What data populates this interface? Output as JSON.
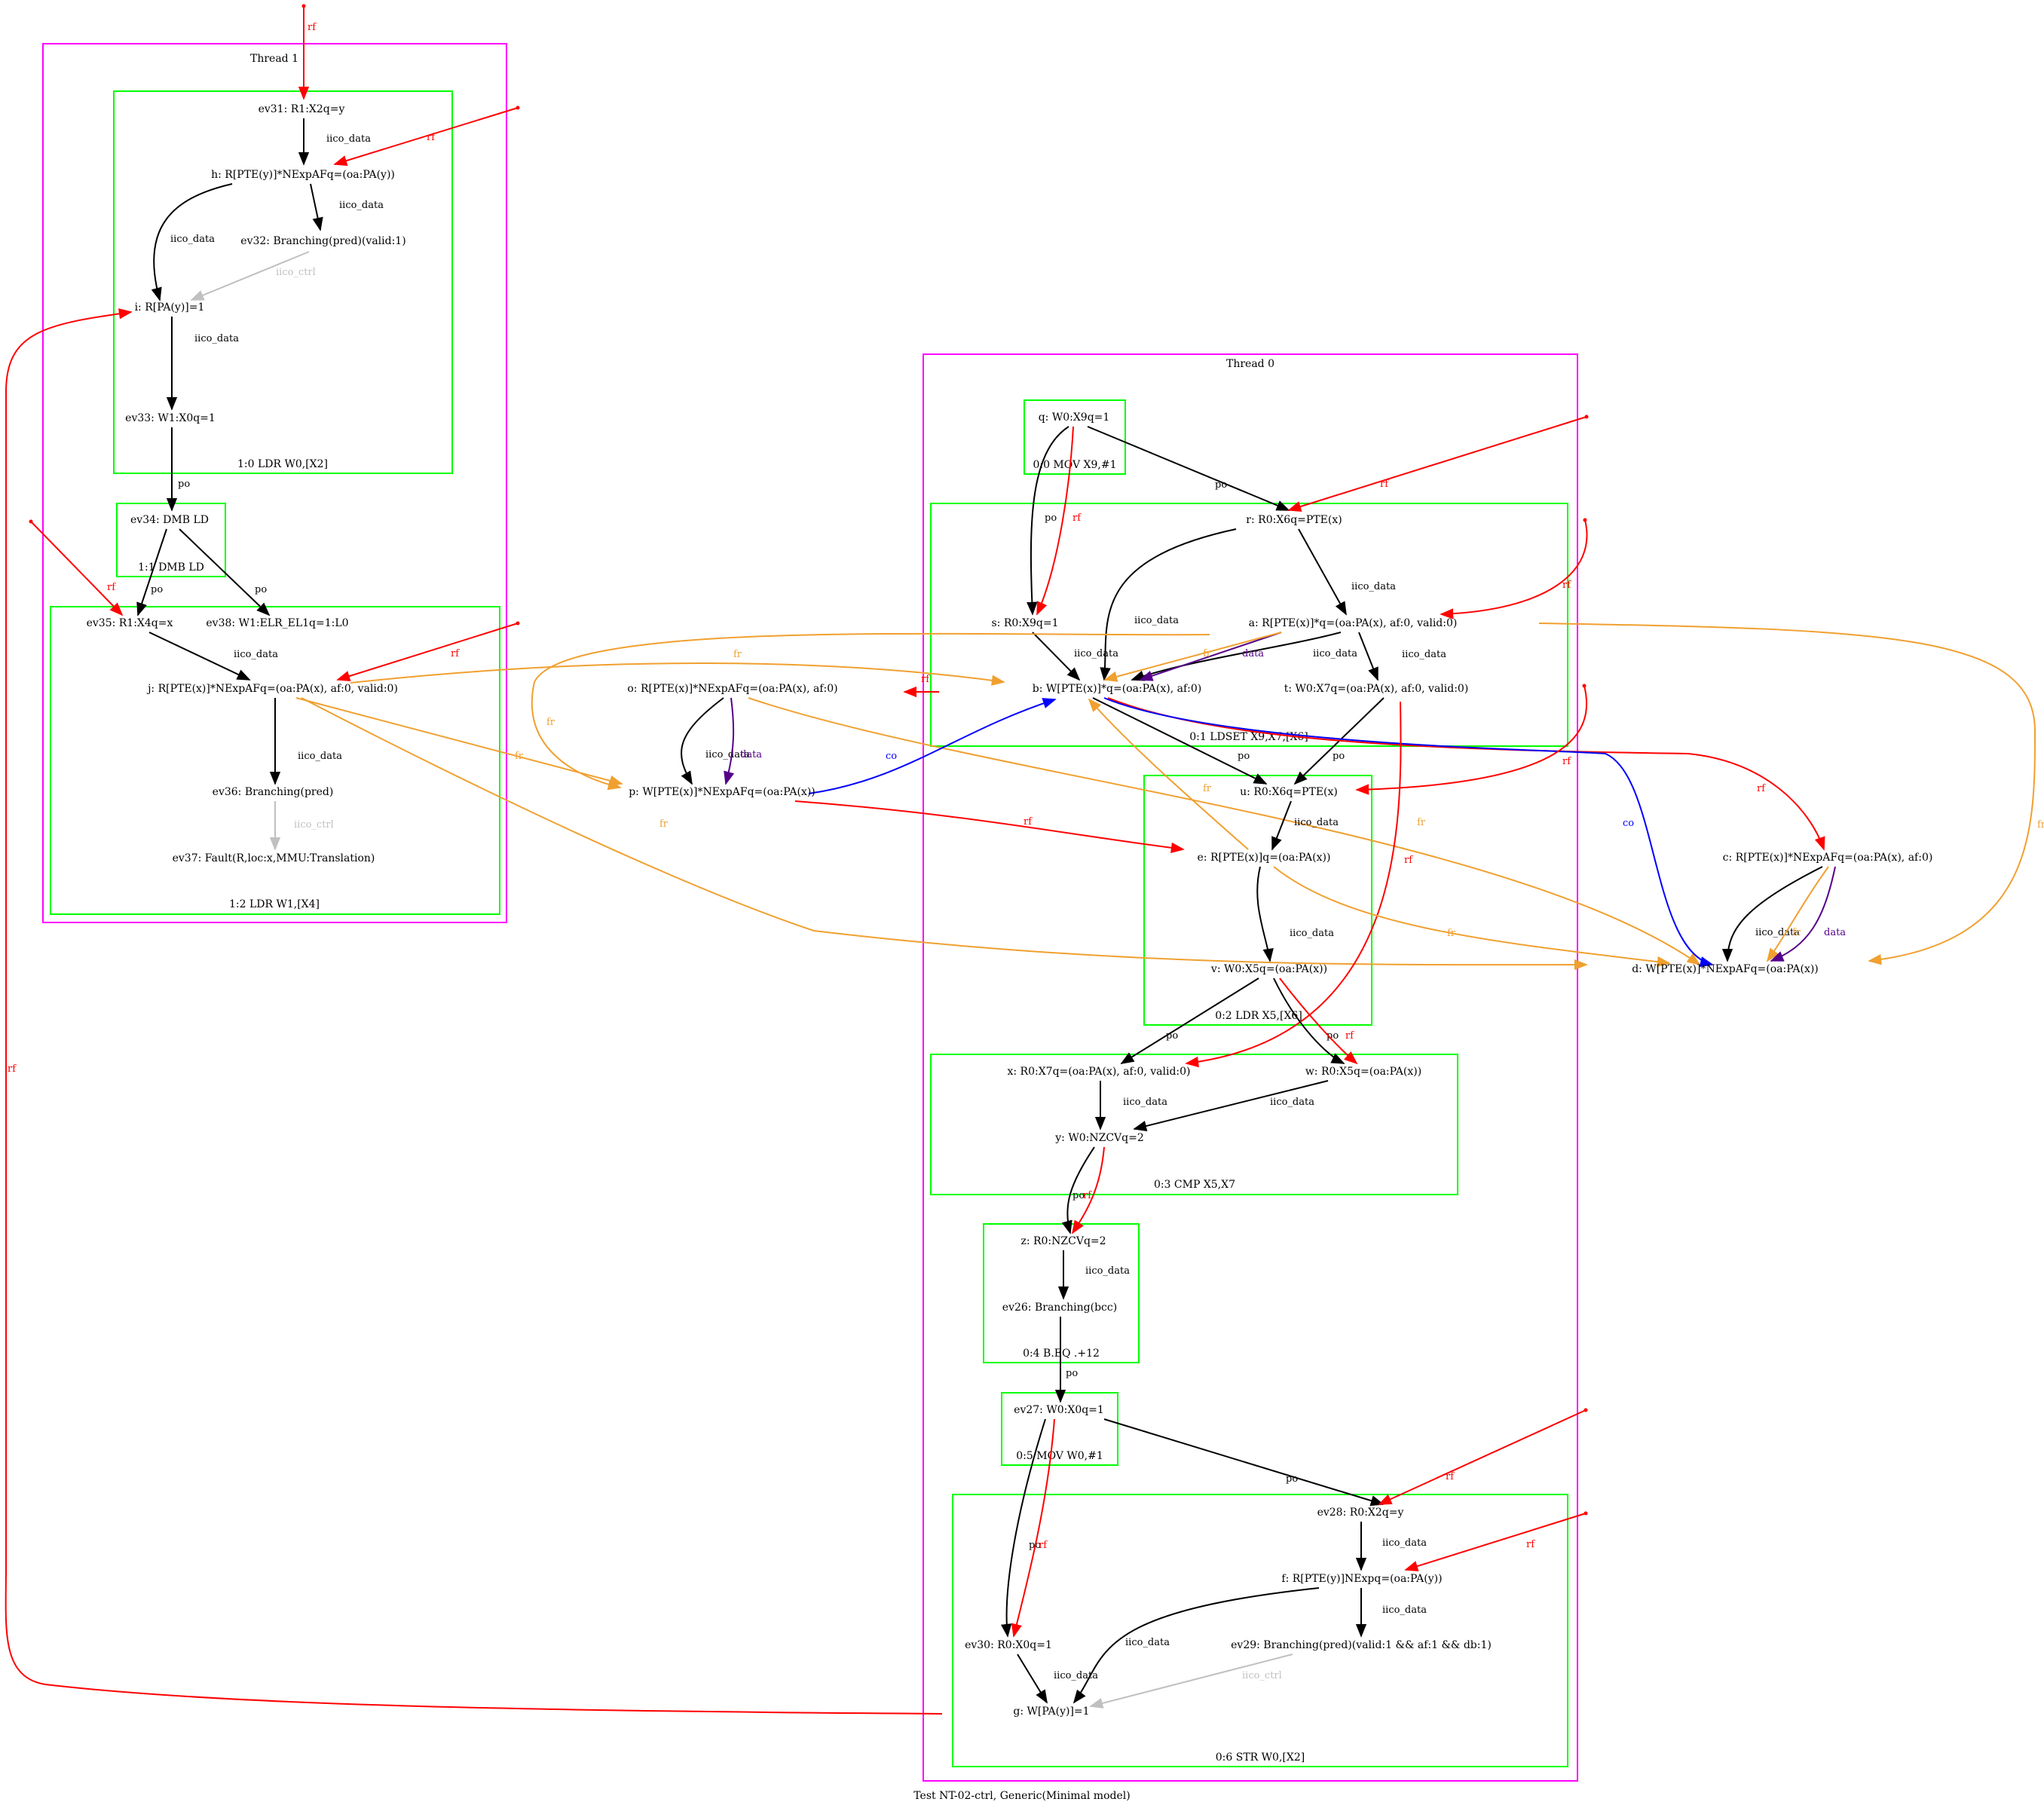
{
  "caption": "Test NT-02-ctrl, Generic(Minimal model)",
  "colors": {
    "thread_cluster": "#ff00ff",
    "instruction_cluster": "#00ff00",
    "po": "#000000",
    "iico_data": "#000000",
    "iico_ctrl": "#c0c0c0",
    "rf": "#ff0000",
    "fr": "#f0a030",
    "co": "#0000ff",
    "data": "#550088"
  },
  "threads": [
    {
      "id": "T1",
      "label": "Thread 1"
    },
    {
      "id": "T0",
      "label": "Thread 0"
    }
  ],
  "instructions": [
    {
      "id": "I1_0",
      "label": "1:0 LDR W0,[X2]"
    },
    {
      "id": "I1_1",
      "label": "1:1 DMB LD"
    },
    {
      "id": "I1_2",
      "label": "1:2 LDR W1,[X4]"
    },
    {
      "id": "I0_0",
      "label": "0:0 MOV X9,#1"
    },
    {
      "id": "I0_1",
      "label": "0:1 LDSET X9,X7,[X6]"
    },
    {
      "id": "I0_2",
      "label": "0:2 LDR X5,[X6]"
    },
    {
      "id": "I0_3",
      "label": "0:3 CMP X5,X7"
    },
    {
      "id": "I0_4",
      "label": "0:4 B.EQ .+12"
    },
    {
      "id": "I0_5",
      "label": "0:5 MOV W0,#1"
    },
    {
      "id": "I0_6",
      "label": "0:6 STR W0,[X2]"
    }
  ],
  "nodes": [
    {
      "id": "ev31",
      "label": "ev31: R1:X2q=y"
    },
    {
      "id": "h",
      "label": "h: R[PTE(y)]*NExpAFq=(oa:PA(y))"
    },
    {
      "id": "ev32",
      "label": "ev32: Branching(pred)(valid:1)"
    },
    {
      "id": "i",
      "label": "i: R[PA(y)]=1"
    },
    {
      "id": "ev33",
      "label": "ev33: W1:X0q=1"
    },
    {
      "id": "ev34",
      "label": "ev34: DMB LD"
    },
    {
      "id": "ev35",
      "label": "ev35: R1:X4q=x"
    },
    {
      "id": "ev38",
      "label": "ev38: W1:ELR_EL1q=1:L0"
    },
    {
      "id": "j",
      "label": "j: R[PTE(x)]*NExpAFq=(oa:PA(x), af:0, valid:0)"
    },
    {
      "id": "ev36",
      "label": "ev36: Branching(pred)"
    },
    {
      "id": "ev37",
      "label": "ev37: Fault(R,loc:x,MMU:Translation)"
    },
    {
      "id": "o",
      "label": "o: R[PTE(x)]*NExpAFq=(oa:PA(x), af:0)"
    },
    {
      "id": "p",
      "label": "p: W[PTE(x)]*NExpAFq=(oa:PA(x))"
    },
    {
      "id": "q",
      "label": "q: W0:X9q=1"
    },
    {
      "id": "r",
      "label": "r: R0:X6q=PTE(x)"
    },
    {
      "id": "s",
      "label": "s: R0:X9q=1"
    },
    {
      "id": "a",
      "label": "a: R[PTE(x)]*q=(oa:PA(x), af:0, valid:0)"
    },
    {
      "id": "b",
      "label": "b: W[PTE(x)]*q=(oa:PA(x), af:0)"
    },
    {
      "id": "t",
      "label": "t: W0:X7q=(oa:PA(x), af:0, valid:0)"
    },
    {
      "id": "u",
      "label": "u: R0:X6q=PTE(x)"
    },
    {
      "id": "e",
      "label": "e: R[PTE(x)]q=(oa:PA(x))"
    },
    {
      "id": "v",
      "label": "v: W0:X5q=(oa:PA(x))"
    },
    {
      "id": "c",
      "label": "c: R[PTE(x)]*NExpAFq=(oa:PA(x), af:0)"
    },
    {
      "id": "d",
      "label": "d: W[PTE(x)]*NExpAFq=(oa:PA(x))"
    },
    {
      "id": "x",
      "label": "x: R0:X7q=(oa:PA(x), af:0, valid:0)"
    },
    {
      "id": "w",
      "label": "w: R0:X5q=(oa:PA(x))"
    },
    {
      "id": "y",
      "label": "y: W0:NZCVq=2"
    },
    {
      "id": "z",
      "label": "z: R0:NZCVq=2"
    },
    {
      "id": "ev26",
      "label": "ev26: Branching(bcc)"
    },
    {
      "id": "ev27",
      "label": "ev27: W0:X0q=1"
    },
    {
      "id": "ev28",
      "label": "ev28: R0:X2q=y"
    },
    {
      "id": "f",
      "label": "f: R[PTE(y)]NExpq=(oa:PA(y))"
    },
    {
      "id": "ev30",
      "label": "ev30: R0:X0q=1"
    },
    {
      "id": "ev29",
      "label": "ev29: Branching(pred)(valid:1 && af:1 && db:1)"
    },
    {
      "id": "g",
      "label": "g: W[PA(y)]=1"
    }
  ],
  "edges": [
    {
      "id": "e01",
      "from": "init",
      "to": "ev31",
      "kind": "rf",
      "label": "rf"
    },
    {
      "id": "e02",
      "from": "ev31",
      "to": "h",
      "kind": "iico_data",
      "label": "iico_data"
    },
    {
      "id": "e03",
      "from": "init",
      "to": "h",
      "kind": "rf",
      "label": "rf"
    },
    {
      "id": "e04",
      "from": "h",
      "to": "ev32",
      "kind": "iico_data",
      "label": "iico_data"
    },
    {
      "id": "e05",
      "from": "h",
      "to": "i",
      "kind": "iico_data",
      "label": "iico_data"
    },
    {
      "id": "e06",
      "from": "ev32",
      "to": "i",
      "kind": "iico_ctrl",
      "label": "iico_ctrl"
    },
    {
      "id": "e07",
      "from": "i",
      "to": "ev33",
      "kind": "iico_data",
      "label": "iico_data"
    },
    {
      "id": "e08",
      "from": "ev33",
      "to": "ev34",
      "kind": "po",
      "label": "po"
    },
    {
      "id": "e09",
      "from": "ev34",
      "to": "ev35",
      "kind": "po",
      "label": "po"
    },
    {
      "id": "e10",
      "from": "ev34",
      "to": "ev38",
      "kind": "po",
      "label": "po"
    },
    {
      "id": "e11",
      "from": "init",
      "to": "ev35",
      "kind": "rf",
      "label": "rf"
    },
    {
      "id": "e12",
      "from": "ev35",
      "to": "j",
      "kind": "iico_data",
      "label": "iico_data"
    },
    {
      "id": "e13",
      "from": "init",
      "to": "j",
      "kind": "rf",
      "label": "rf"
    },
    {
      "id": "e14",
      "from": "j",
      "to": "ev36",
      "kind": "iico_data",
      "label": "iico_data"
    },
    {
      "id": "e15",
      "from": "ev36",
      "to": "ev37",
      "kind": "iico_ctrl",
      "label": "iico_ctrl"
    },
    {
      "id": "e16",
      "from": "j",
      "to": "p",
      "kind": "fr",
      "label": "fr"
    },
    {
      "id": "e17",
      "from": "j",
      "to": "d",
      "kind": "fr",
      "label": "fr"
    },
    {
      "id": "e18",
      "from": "j",
      "to": "b",
      "kind": "fr",
      "label": "fr"
    },
    {
      "id": "e19",
      "from": "o",
      "to": "p",
      "kind": "iico_data",
      "label": "iico_data"
    },
    {
      "id": "e20",
      "from": "o",
      "to": "p",
      "kind": "data",
      "label": "data"
    },
    {
      "id": "e21",
      "from": "o",
      "to": "d",
      "kind": "fr",
      "label": "fr"
    },
    {
      "id": "e22",
      "from": "p",
      "to": "b",
      "kind": "co",
      "label": "co"
    },
    {
      "id": "e23",
      "from": "p",
      "to": "e",
      "kind": "rf",
      "label": "rf"
    },
    {
      "id": "e24",
      "from": "q",
      "to": "r",
      "kind": "po",
      "label": "po"
    },
    {
      "id": "e25",
      "from": "q",
      "to": "s",
      "kind": "po",
      "label": "po"
    },
    {
      "id": "e26",
      "from": "q",
      "to": "s",
      "kind": "rf",
      "label": "rf"
    },
    {
      "id": "e27",
      "from": "init",
      "to": "r",
      "kind": "rf",
      "label": "rf"
    },
    {
      "id": "e28",
      "from": "r",
      "to": "a",
      "kind": "iico_data",
      "label": "iico_data"
    },
    {
      "id": "e29",
      "from": "r",
      "to": "b",
      "kind": "iico_data",
      "label": "iico_data"
    },
    {
      "id": "e30",
      "from": "s",
      "to": "b",
      "kind": "iico_data",
      "label": "iico_data"
    },
    {
      "id": "e31",
      "from": "init",
      "to": "a",
      "kind": "rf",
      "label": "rf"
    },
    {
      "id": "e32",
      "from": "a",
      "to": "b",
      "kind": "iico_data",
      "label": "iico_data"
    },
    {
      "id": "e33",
      "from": "a",
      "to": "b",
      "kind": "data",
      "label": "data"
    },
    {
      "id": "e34",
      "from": "a",
      "to": "b",
      "kind": "fr",
      "label": "fr"
    },
    {
      "id": "e35",
      "from": "a",
      "to": "t",
      "kind": "iico_data",
      "label": "iico_data"
    },
    {
      "id": "e36",
      "from": "a",
      "to": "p",
      "kind": "fr",
      "label": "fr"
    },
    {
      "id": "e37",
      "from": "a",
      "to": "d",
      "kind": "fr",
      "label": "fr"
    },
    {
      "id": "e38",
      "from": "b",
      "to": "init",
      "kind": "rf",
      "label": "rf"
    },
    {
      "id": "e39",
      "from": "b",
      "to": "u",
      "kind": "po",
      "label": "po"
    },
    {
      "id": "e40",
      "from": "t",
      "to": "u",
      "kind": "po",
      "label": "po"
    },
    {
      "id": "e41",
      "from": "b",
      "to": "c",
      "kind": "rf",
      "label": "rf"
    },
    {
      "id": "e42",
      "from": "b",
      "to": "d",
      "kind": "co",
      "label": "co"
    },
    {
      "id": "e43",
      "from": "t",
      "to": "x",
      "kind": "rf",
      "label": "rf"
    },
    {
      "id": "e44",
      "from": "init",
      "to": "u",
      "kind": "rf",
      "label": "rf"
    },
    {
      "id": "e45",
      "from": "u",
      "to": "e",
      "kind": "iico_data",
      "label": "iico_data"
    },
    {
      "id": "e46",
      "from": "e",
      "to": "b",
      "kind": "fr",
      "label": "fr"
    },
    {
      "id": "e47",
      "from": "e",
      "to": "d",
      "kind": "fr",
      "label": "fr"
    },
    {
      "id": "e48",
      "from": "e",
      "to": "v",
      "kind": "iico_data",
      "label": "iico_data"
    },
    {
      "id": "e49",
      "from": "c",
      "to": "d",
      "kind": "iico_data",
      "label": "iico_data"
    },
    {
      "id": "e50",
      "from": "c",
      "to": "d",
      "kind": "fr",
      "label": "fr"
    },
    {
      "id": "e51",
      "from": "c",
      "to": "d",
      "kind": "data",
      "label": "data"
    },
    {
      "id": "e52",
      "from": "v",
      "to": "x",
      "kind": "po",
      "label": "po"
    },
    {
      "id": "e53",
      "from": "v",
      "to": "w",
      "kind": "po",
      "label": "po"
    },
    {
      "id": "e54",
      "from": "v",
      "to": "w",
      "kind": "rf",
      "label": "rf"
    },
    {
      "id": "e55",
      "from": "x",
      "to": "y",
      "kind": "iico_data",
      "label": "iico_data"
    },
    {
      "id": "e56",
      "from": "w",
      "to": "y",
      "kind": "iico_data",
      "label": "iico_data"
    },
    {
      "id": "e57",
      "from": "y",
      "to": "z",
      "kind": "po",
      "label": "po"
    },
    {
      "id": "e58",
      "from": "y",
      "to": "z",
      "kind": "rf",
      "label": "rf"
    },
    {
      "id": "e59",
      "from": "z",
      "to": "ev26",
      "kind": "iico_data",
      "label": "iico_data"
    },
    {
      "id": "e60",
      "from": "ev26",
      "to": "ev27",
      "kind": "po",
      "label": "po"
    },
    {
      "id": "e61",
      "from": "ev27",
      "to": "ev28",
      "kind": "po",
      "label": "po"
    },
    {
      "id": "e62",
      "from": "ev27",
      "to": "ev30",
      "kind": "po",
      "label": "po"
    },
    {
      "id": "e63",
      "from": "ev27",
      "to": "ev30",
      "kind": "rf",
      "label": "rf"
    },
    {
      "id": "e64",
      "from": "init",
      "to": "ev28",
      "kind": "rf",
      "label": "rf"
    },
    {
      "id": "e65",
      "from": "ev28",
      "to": "f",
      "kind": "iico_data",
      "label": "iico_data"
    },
    {
      "id": "e66",
      "from": "init",
      "to": "f",
      "kind": "rf",
      "label": "rf"
    },
    {
      "id": "e67",
      "from": "f",
      "to": "ev29",
      "kind": "iico_data",
      "label": "iico_data"
    },
    {
      "id": "e68",
      "from": "f",
      "to": "g",
      "kind": "iico_data",
      "label": "iico_data"
    },
    {
      "id": "e69",
      "from": "ev29",
      "to": "g",
      "kind": "iico_ctrl",
      "label": "iico_ctrl"
    },
    {
      "id": "e70",
      "from": "ev30",
      "to": "g",
      "kind": "iico_data",
      "label": "iico_data"
    },
    {
      "id": "e71",
      "from": "g",
      "to": "i",
      "kind": "rf",
      "label": "rf"
    }
  ]
}
